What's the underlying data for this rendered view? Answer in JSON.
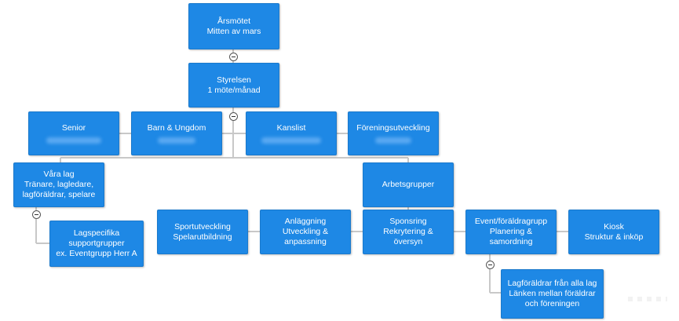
{
  "diagram": {
    "colors": {
      "node_fill": "#1e88e5",
      "connector": "#c8c8c8",
      "text": "#ffffff"
    },
    "nodes": {
      "arsmotet": {
        "line1": "Årsmötet",
        "line2": "Mitten av mars"
      },
      "styrelsen": {
        "line1": "Styrelsen",
        "line2": "1 möte/månad"
      },
      "senior": {
        "line1": "Senior"
      },
      "barn_ungdom": {
        "line1": "Barn & Ungdom"
      },
      "kanslist": {
        "line1": "Kanslist"
      },
      "foreningsutveckling": {
        "line1": "Föreningsutveckling"
      },
      "vara_lag": {
        "line1": "Våra lag",
        "line2": "Tränare, lagledare,",
        "line3": "lagföräldrar, spelare"
      },
      "lagspecifika": {
        "line1": "Lagspecifika",
        "line2": "supportgrupper",
        "line3": "ex. Eventgrupp Herr A"
      },
      "arbetsgrupper": {
        "line1": "Arbetsgrupper"
      },
      "sportutveckling": {
        "line1": "Sportutveckling",
        "line2": "Spelarutbildning"
      },
      "anlaggning": {
        "line1": "Anläggning",
        "line2": "Utveckling &",
        "line3": "anpassning"
      },
      "sponsring": {
        "line1": "Sponsring",
        "line2": "Rekrytering &",
        "line3": "översyn"
      },
      "event": {
        "line1": "Event/föräldragrupp",
        "line2": "Planering &",
        "line3": "samordning"
      },
      "kiosk": {
        "line1": "Kiosk",
        "line2": "Struktur & inköp"
      },
      "lagforaldrar": {
        "line1": "Lagföräldrar från alla lag",
        "line2": "Länken mellan föräldrar",
        "line3": "och föreningen"
      }
    }
  }
}
